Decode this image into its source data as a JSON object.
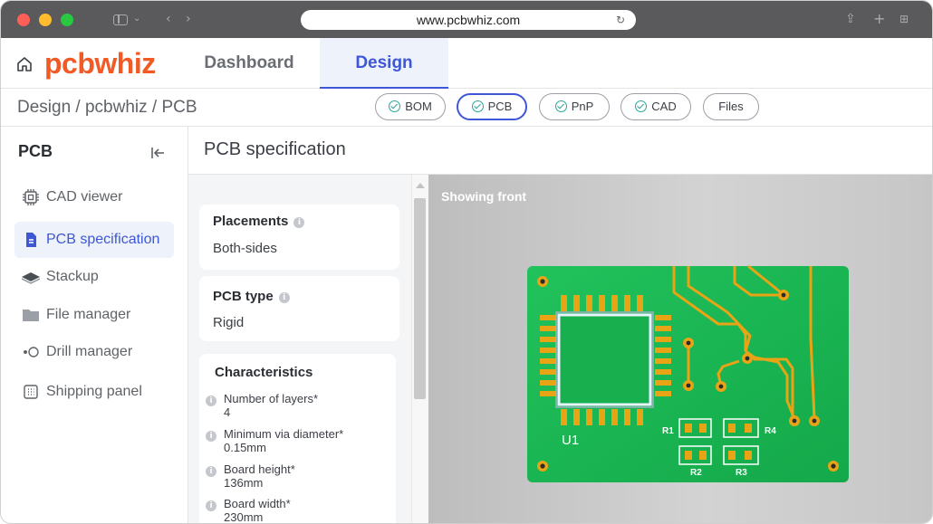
{
  "browser": {
    "url": "www.pcbwhiz.com"
  },
  "header": {
    "logo": "pcbwhiz",
    "nav": [
      {
        "label": "Dashboard"
      },
      {
        "label": "Design"
      }
    ]
  },
  "breadcrumb": {
    "text": "Design / pcbwhiz / PCB"
  },
  "steps": [
    {
      "label": "BOM",
      "checked": true
    },
    {
      "label": "PCB",
      "checked": true
    },
    {
      "label": "PnP",
      "checked": true
    },
    {
      "label": "CAD",
      "checked": true
    },
    {
      "label": "Files",
      "checked": false
    }
  ],
  "sidebar": {
    "title": "PCB",
    "items": [
      {
        "label": "CAD viewer",
        "icon": "chip-icon"
      },
      {
        "label": "PCB specification",
        "icon": "document-icon"
      },
      {
        "label": "Stackup",
        "icon": "layers-icon"
      },
      {
        "label": "File manager",
        "icon": "folder-icon"
      },
      {
        "label": "Drill manager",
        "icon": "drill-icon"
      },
      {
        "label": "Shipping panel",
        "icon": "panel-icon"
      }
    ]
  },
  "content": {
    "title": "PCB specification"
  },
  "spec": {
    "placements": {
      "title": "Placements",
      "value": "Both-sides"
    },
    "pcb_type": {
      "title": "PCB type",
      "value": "Rigid"
    },
    "characteristics": {
      "title": "Characteristics",
      "rows": [
        {
          "label": "Number of layers*",
          "value": "4"
        },
        {
          "label": "Minimum via diameter*",
          "value": "0.15mm"
        },
        {
          "label": "Board height*",
          "value": "136mm"
        },
        {
          "label": "Board width*",
          "value": "230mm"
        }
      ]
    }
  },
  "viewer": {
    "label": "Showing front",
    "designators": {
      "u1": "U1",
      "r1": "R1",
      "r2": "R2",
      "r3": "R3",
      "r4": "R4"
    },
    "colors": {
      "board": "#1db954",
      "copper": "#e9a416",
      "silk": "#ffffff"
    }
  }
}
